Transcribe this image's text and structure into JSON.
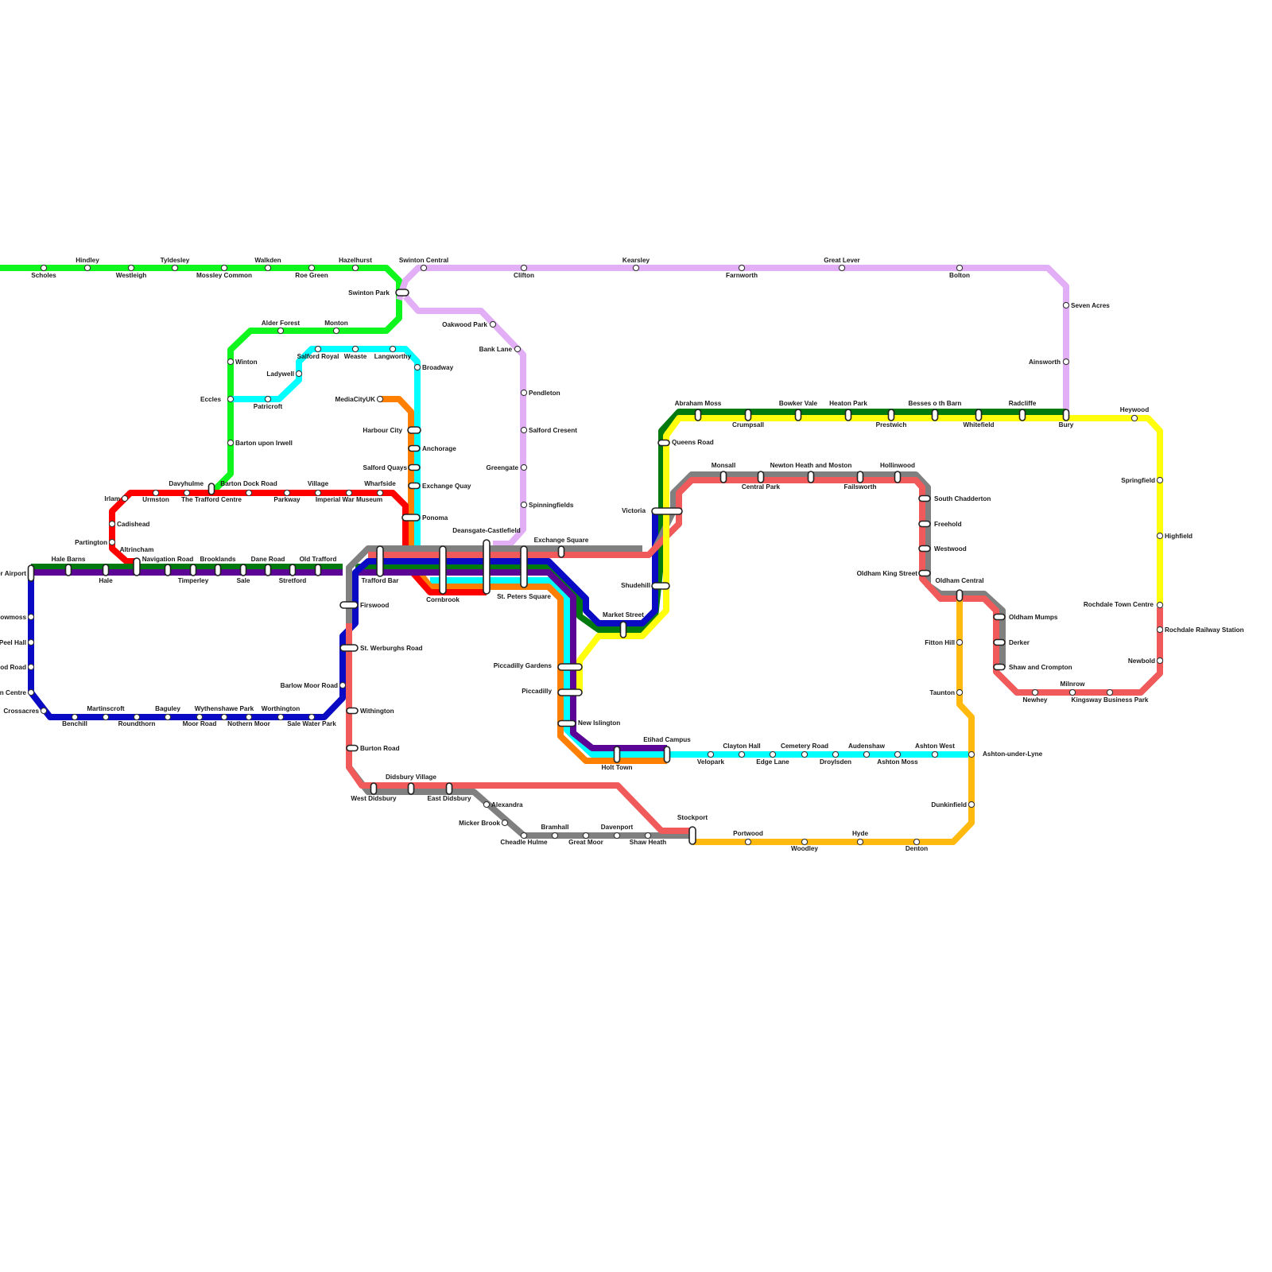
{
  "lines": [
    {
      "id": "bright-green",
      "color": "#0ff51e"
    },
    {
      "id": "lavender",
      "color": "#e2aef5"
    },
    {
      "id": "cyan",
      "color": "#00ffff"
    },
    {
      "id": "orange",
      "color": "#ff7f00"
    },
    {
      "id": "red",
      "color": "#ff0000"
    },
    {
      "id": "dark-green",
      "color": "#007a0e"
    },
    {
      "id": "purple",
      "color": "#5b0496"
    },
    {
      "id": "blue",
      "color": "#0a0ac4"
    },
    {
      "id": "grey",
      "color": "#808080"
    },
    {
      "id": "coral",
      "color": "#f05a5a"
    },
    {
      "id": "yellow",
      "color": "#ffff0d"
    },
    {
      "id": "amber",
      "color": "#ffb90f"
    }
  ],
  "stations": [
    "Scholes",
    "Hindley",
    "Westleigh",
    "Tyldesley",
    "Mossley Common",
    "Walkden",
    "Roe Green",
    "Hazelhurst",
    "Swinton Central",
    "Swinton Park",
    "Clifton",
    "Kearsley",
    "Farnworth",
    "Great Lever",
    "Bolton",
    "Seven Acres",
    "Ainsworth",
    "Oakwood Park",
    "Bank Lane",
    "Pendleton",
    "Salford Cresent",
    "Greengate",
    "Spinningfields",
    "Alder Forest",
    "Monton",
    "Winton",
    "Eccles",
    "Patricroft",
    "Barton upon Irwell",
    "Salford Royal",
    "Weaste",
    "Langworthy",
    "Ladywell",
    "Broadway",
    "MediaCityUK",
    "Harbour City",
    "Anchorage",
    "Salford Quays",
    "Exchange Quay",
    "Ponoma",
    "Davyhulme",
    "Barton Dock Road",
    "Village",
    "Wharfside",
    "Irlam",
    "Urmston",
    "The Trafford Centre",
    "Parkway",
    "Imperial War Museum",
    "Cadishead",
    "Partington",
    "Altrincham",
    "Hale Barns",
    "Hale",
    "Navigation Road",
    "Timperley",
    "Brooklands",
    "Sale",
    "Dane Road",
    "Stretford",
    "Old Trafford",
    "Trafford Bar",
    "Cornbrook",
    "Deansgate-Castlefield",
    "St. Peters Square",
    "Exchange Square",
    "Firswood",
    "St. Werburghs Road",
    "Barlow Moor Road",
    "Withington",
    "Burton Road",
    "Didsbury Village",
    "West Didsbury",
    "East Didsbury",
    "Alexandra",
    "Micker Brook",
    "Bramhall",
    "Cheadle Hulme",
    "Davenport",
    "Great Moor",
    "Shaw Heath",
    "Stockport",
    "Portwood",
    "Woodley",
    "Hyde",
    "Denton",
    "Dunkinfield",
    "Ashton-under-Lyne",
    "Ashton West",
    "Ashton Moss",
    "Audenshaw",
    "Droylsden",
    "Cemetery Road",
    "Edge Lane",
    "Clayton Hall",
    "Velopark",
    "Etihad Campus",
    "Holt Town",
    "New Islington",
    "Piccadilly",
    "Piccadilly Gardens",
    "Market Street",
    "Shudehill",
    "Victoria",
    "Queens Road",
    "Abraham Moss",
    "Crumpsall",
    "Bowker Vale",
    "Heaton Park",
    "Prestwich",
    "Besses o th Barn",
    "Whitefield",
    "Radcliffe",
    "Bury",
    "Heywood",
    "Springfield",
    "Highfield",
    "Rochdale Town Centre",
    "Rochdale Railway Station",
    "Newbold",
    "Milnrow",
    "Kingsway Business Park",
    "Newhey",
    "Shaw and Crompton",
    "Derker",
    "Oldham Mumps",
    "Oldham Central",
    "Fitton Hill",
    "Taunton",
    "Oldham King Street",
    "Westwood",
    "Freehold",
    "South Chadderton",
    "Hollinwood",
    "Failsworth",
    "Newton Heath and Moston",
    "Central Park",
    "Monsall",
    "Manchester Airport",
    "Shadowmoss",
    "Peel Hall",
    "Robinswood Road",
    "Wythenshawe Town Centre",
    "Crossacres",
    "Benchill",
    "Martinscroft",
    "Roundthorn",
    "Baguley",
    "Moor Road",
    "Wythenshawe Park",
    "Nothern Moor",
    "Worthington",
    "Sale Water Park"
  ]
}
